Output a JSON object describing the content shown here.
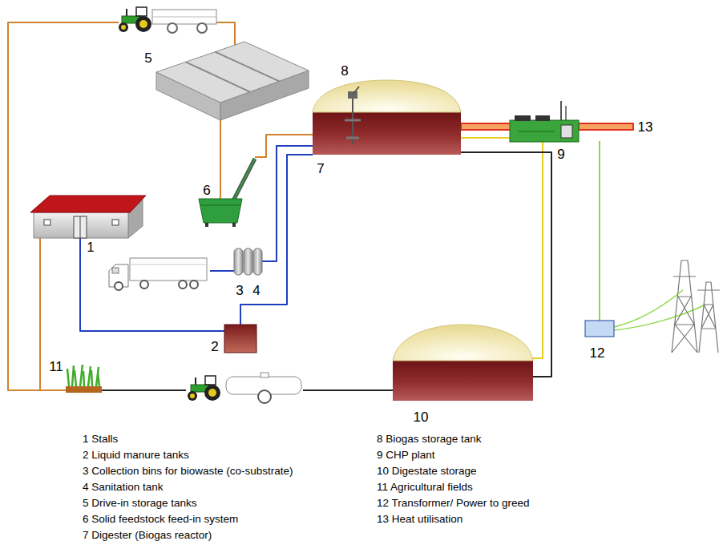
{
  "diagram": {
    "labels": [
      "1",
      "2",
      "3",
      "4",
      "5",
      "6",
      "7",
      "8",
      "9",
      "10",
      "11",
      "12",
      "13"
    ],
    "legend": [
      {
        "text": "1 Stalls"
      },
      {
        "text": "2 Liquid manure tanks"
      },
      {
        "text": "3 Collection bins for biowaste (co-substrate)"
      },
      {
        "text": "4 Sanitation tank"
      },
      {
        "text": "5 Drive-in storage tanks"
      },
      {
        "text": "6 Solid feedstock feed-in system"
      },
      {
        "text": "7 Digester (Biogas reactor)"
      },
      {
        "text": "8 Biogas storage tank"
      },
      {
        "text": "9 CHP plant"
      },
      {
        "text": "10 Digestate storage"
      },
      {
        "text": "11 Agricultural fields"
      },
      {
        "text": "12 Transformer/ Power to greed"
      },
      {
        "text": "13 Heat utilisation"
      }
    ]
  }
}
